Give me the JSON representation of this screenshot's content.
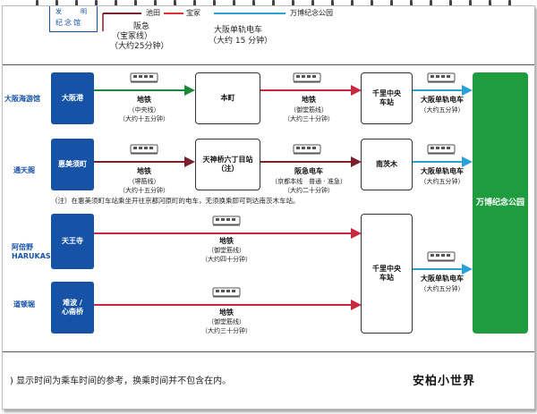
{
  "legend": {
    "label_lines": [
      "发",
      "明",
      "纪念馆"
    ],
    "items": [
      {
        "text": "池田",
        "color": "#e03030"
      },
      {
        "text": "宝冢",
        "color": "#e03030"
      },
      {
        "text": "万博纪念公园",
        "color": "#2a9fd8"
      }
    ],
    "hankyu": {
      "name": "阪急",
      "line": "（宝冢线）",
      "time": "（大约25分钟）"
    },
    "monorail": {
      "name": "大阪单轨电车",
      "time": "（大约 15 分钟）"
    }
  },
  "colors": {
    "blue": "#1653a6",
    "green_arrow": "#1a8a3a",
    "maroon_arrow": "#7a1f2b",
    "red_arrow": "#c8283c",
    "monorail_arrow": "#2a9fd8",
    "station_green": "#1e9c3f"
  },
  "origins": [
    {
      "label": "大阪海游馆",
      "box": "大阪港"
    },
    {
      "label": "通天阁",
      "box": "惠美须町"
    },
    {
      "label": "阿倍野\nHARUKAS",
      "box": "天王寺"
    },
    {
      "label": "道顿堀",
      "box": "难波 /\n心斋桥"
    }
  ],
  "stations": {
    "honmachi": "本町",
    "tenjinbashi": "天神桥六丁目站\n（注）",
    "senri_top": "千里中央\n车站",
    "minamiibaraki": "南茨木",
    "senri_bottom": "千里中央\n车站",
    "destination": "万博纪念公园"
  },
  "routes": {
    "r1_a": {
      "name": "地铁",
      "line": "（中央线）",
      "time": "（大约十五分钟）"
    },
    "r1_b": {
      "name": "地铁",
      "line": "（御堂筋线）",
      "time": "（大约三十分钟）"
    },
    "r1_c": {
      "name": "大阪单轨电车",
      "time": "（大约五分钟）"
    },
    "r2_a": {
      "name": "地铁",
      "line": "（堺筋线）",
      "time": "（大约十五分钟）"
    },
    "r2_b": {
      "name": "阪急电车",
      "line": "（京都本线　普通 · 准急）",
      "time": "（大约二十分钟）"
    },
    "r2_c": {
      "name": "大阪单轨电车",
      "time": "（大约五分钟）"
    },
    "r3": {
      "name": "地铁",
      "line": "（御堂筋线）",
      "time": "（大约四十分钟）"
    },
    "r4": {
      "name": "地铁",
      "line": "（御堂筋线）",
      "time": "（大约三十分钟）"
    },
    "r34_c": {
      "name": "大阪单轨电车",
      "time": "（大约五分钟）"
    }
  },
  "note": "（注）在惠美须町车站乘坐开往京都河原町的电车，无须换乘即可到达南茨木车站。",
  "footer": ") 显示时间为乘车时间的参考，换乘时间并不包含在内。",
  "watermark": "安柏小世界"
}
